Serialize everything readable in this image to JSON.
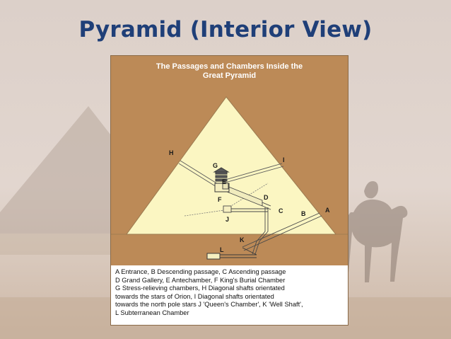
{
  "slide": {
    "title": "Pyramid (Interior View)"
  },
  "figure": {
    "title_line1": "The Passages and Chambers Inside the",
    "title_line2": "Great Pyramid",
    "labels": {
      "A": "A",
      "B": "B",
      "C": "C",
      "D": "D",
      "E": "E",
      "F": "F",
      "G": "G",
      "H": "H",
      "I": "I",
      "J": "J",
      "K": "K",
      "L": "L"
    },
    "caption_lines": [
      "A Entrance, B Descending passage, C Ascending passage",
      "D Grand Gallery, E Antechamber, F King's Burial Chamber",
      "G Stress-relieving chambers, H Diagonal shafts orientated",
      "towards the stars of Orion, I Diagonal shafts orientated",
      "towards the north pole stars J 'Queen's Chamber', K 'Well Shaft',",
      "L Subterranean Chamber"
    ]
  },
  "colors": {
    "slide_title": "#1f3f78",
    "figure_background": "#bc8a57",
    "pyramid_fill": "#fbf6c2"
  }
}
